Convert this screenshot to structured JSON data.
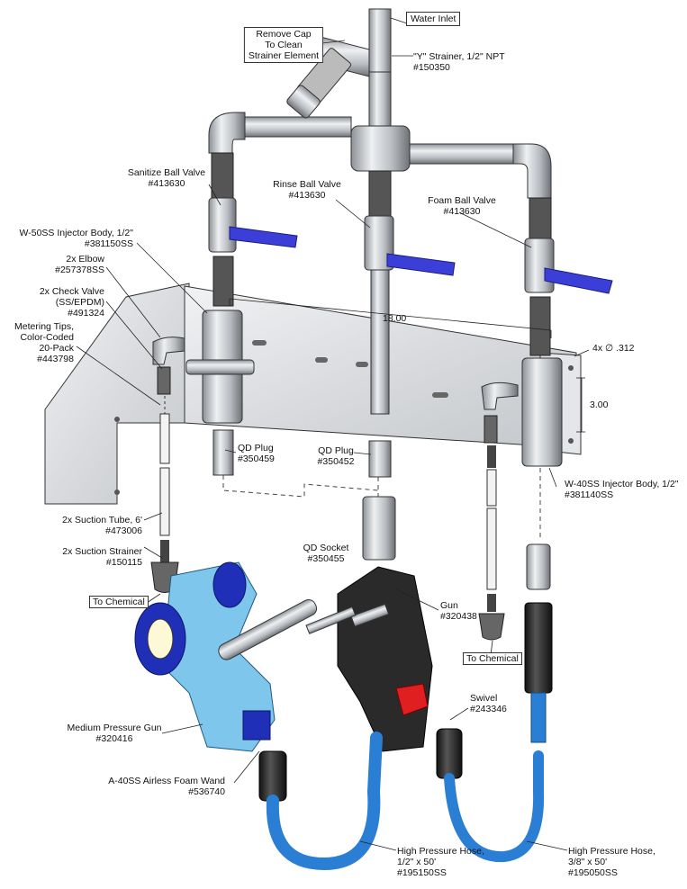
{
  "labels": {
    "water_inlet": "Water Inlet",
    "remove_cap": [
      "Remove Cap",
      "To Clean",
      "Strainer Element"
    ],
    "y_strainer": [
      "\"Y\" Strainer, 1/2\" NPT",
      "#150350"
    ],
    "sanitize_valve": [
      "Sanitize Ball Valve",
      "#413630"
    ],
    "rinse_valve": [
      "Rinse Ball Valve",
      "#413630"
    ],
    "foam_valve": [
      "Foam Ball Valve",
      "#413630"
    ],
    "w50_injector": [
      "W-50SS Injector Body, 1/2\"",
      "#381150SS"
    ],
    "elbow": [
      "2x Elbow",
      "#257378SS"
    ],
    "check_valve": [
      "2x Check Valve",
      "(SS/EPDM)",
      "#491324"
    ],
    "metering_tips": [
      "Metering Tips,",
      "Color-Coded",
      "20-Pack",
      "#443798"
    ],
    "qd_plug_left": [
      "QD Plug",
      "#350459"
    ],
    "qd_plug_center": [
      "QD Plug",
      "#350452"
    ],
    "qd_socket": [
      "QD Socket",
      "#350455"
    ],
    "suction_tube": [
      "2x Suction Tube, 6'",
      "#473006"
    ],
    "suction_strainer": [
      "2x Suction Strainer",
      "#150115"
    ],
    "to_chemical_left": "To Chemical",
    "to_chemical_right": "To Chemical",
    "gun": [
      "Gun",
      "#320438"
    ],
    "swivel": [
      "Swivel",
      "#243346"
    ],
    "medium_gun": [
      "Medium Pressure Gun",
      "#320416"
    ],
    "foam_wand": [
      "A-40SS Airless Foam Wand",
      "#536740"
    ],
    "w40_injector": [
      "W-40SS Injector Body, 1/2\"",
      "#381140SS"
    ],
    "hose_left": [
      "High Pressure Hose,",
      "1/2\" x 50'",
      "#195150SS"
    ],
    "hose_right": [
      "High Pressure Hose,",
      "3/8\" x 50'",
      "#195050SS"
    ]
  },
  "dimensions": {
    "width": "18.00",
    "height": "3.00",
    "holes": "4x ∅ .312"
  },
  "colors": {
    "steel": "#c9ccd0",
    "valve_handle": "#3b3fd8",
    "hose_blue": "#2a7fd4",
    "gun_black": "#2a2a2a",
    "medium_gun_blue": "#7ec6ec",
    "trigger_red": "#e02020"
  }
}
